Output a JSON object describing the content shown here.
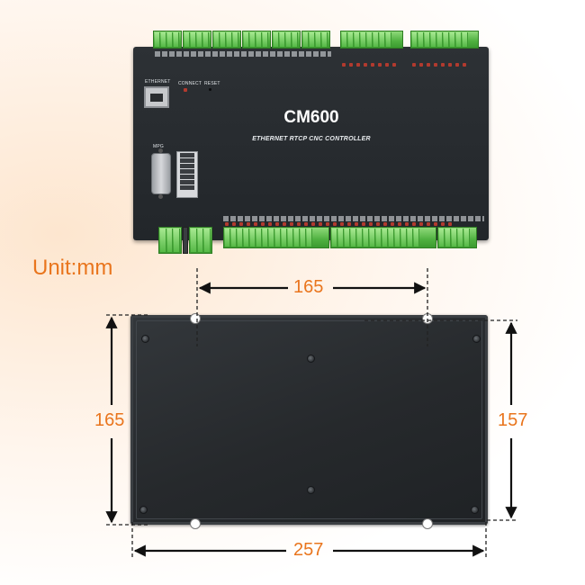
{
  "product": {
    "model": "CM600",
    "subtitle": "ETHERNET RTCP CNC CONTROLLER",
    "ethernet_label": "ETHERNET",
    "connect_label": "CONNECT",
    "reset_label": "RESET",
    "mpg_label": "MPG"
  },
  "unit_label": "Unit:mm",
  "dimensions": {
    "mount_hole_spacing": "165",
    "height_left": "165",
    "height_right": "157",
    "width": "257"
  },
  "colors": {
    "accent": "#e9751d",
    "housing": "#26292c",
    "terminal_green": "#4fb040",
    "led_red": "#b23a2e"
  }
}
